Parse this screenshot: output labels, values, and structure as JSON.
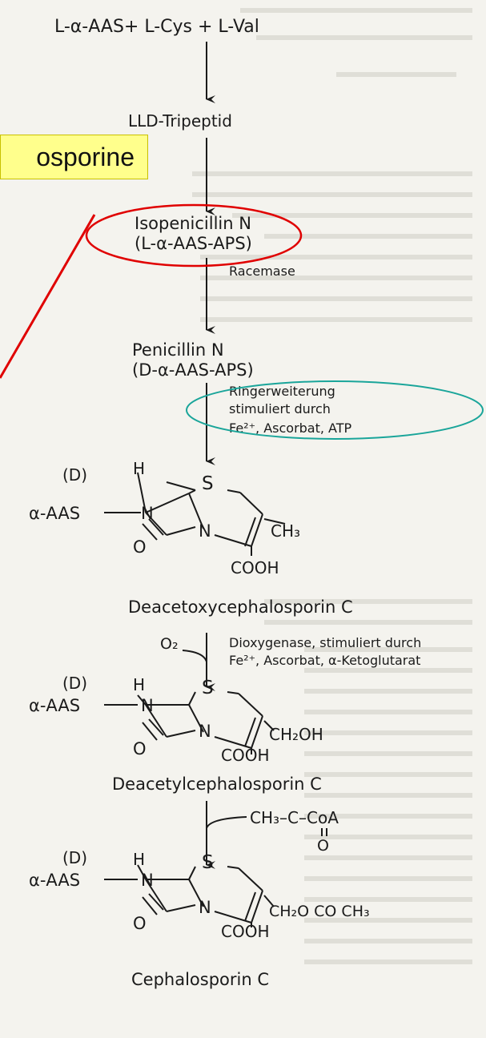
{
  "colors": {
    "background": "#f4f3ee",
    "ink": "#1a1a1a",
    "highlight_box": "#ffff8c",
    "red_annotation": "#e00000",
    "teal_annotation": "#1aa59a"
  },
  "pathway": {
    "start": "L-α-AAS+ L-Cys + L-Val",
    "tripeptide": "LLD-Tripeptid",
    "isopenicillin": "Isopenicillin N",
    "isopenicillin_sub": "(L-α-AAS-APS)",
    "racemase": "Racemase",
    "penicillin": "Penicillin N",
    "penicillin_sub": "(D-α-AAS-APS)",
    "ringer_1": "Ringerweiterung",
    "ringer_2": "stimuliert durch",
    "ringer_3": "Fe²⁺, Ascorbat, ATP",
    "dacc": "Deacetoxycephalosporin C",
    "o2": "O₂",
    "dioxy_1": "Dioxygenase, stimuliert durch",
    "dioxy_2": "Fe²⁺, Ascorbat, α-Ketoglutarat",
    "dac": "Deacetylcephalosporin C",
    "acetyl_coa": "CH₃–C–CoA",
    "acetyl_o": "O",
    "ceph": "Cephalosporin C"
  },
  "structure": {
    "d_label": "(D)",
    "h": "H",
    "aas": "α-AAS",
    "n": "N",
    "s": "S",
    "o": "O",
    "ch3": "CH₃",
    "cooh": "COOH",
    "ch2oh": "CH₂OH",
    "ch2ococh3": "CH₂O CO CH₃"
  },
  "annotation": {
    "cephalosporine_label": "osporine"
  }
}
